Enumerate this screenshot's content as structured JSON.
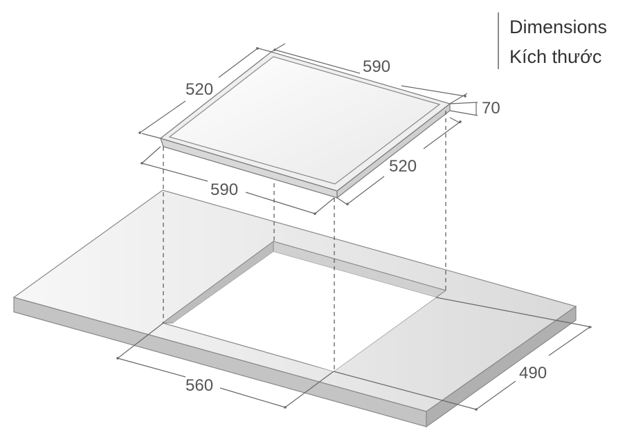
{
  "title": {
    "line1": "Dimensions",
    "line2": "Kích thước"
  },
  "hob": {
    "width_top": "590",
    "depth_left": "520",
    "height": "70",
    "depth_right": "520",
    "width_front": "590"
  },
  "cutout": {
    "width": "560",
    "depth": "490"
  },
  "colors": {
    "countertop": "#cccccc",
    "countertop_dark": "#b8b8b8",
    "hob_top": "#e6e6e6",
    "lines": "#666666"
  }
}
